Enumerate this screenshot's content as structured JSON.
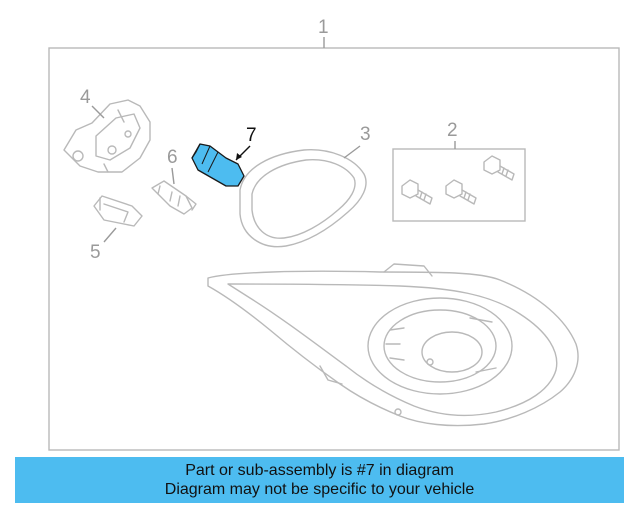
{
  "callouts": {
    "assembly": "1",
    "screws": "2",
    "gasket": "3",
    "housing": "4",
    "socket5": "5",
    "socket6": "6",
    "bulb": "7"
  },
  "highlighted_part": "7",
  "colors": {
    "highlight": "#4dbcf0",
    "banner": "#4dbcf0",
    "linework": "#b9b9b9",
    "callout_text": "#9a9a9a"
  },
  "banner": {
    "line1": "Part or sub-assembly is #7 in diagram",
    "line2": "Diagram may not be specific to your vehicle"
  }
}
